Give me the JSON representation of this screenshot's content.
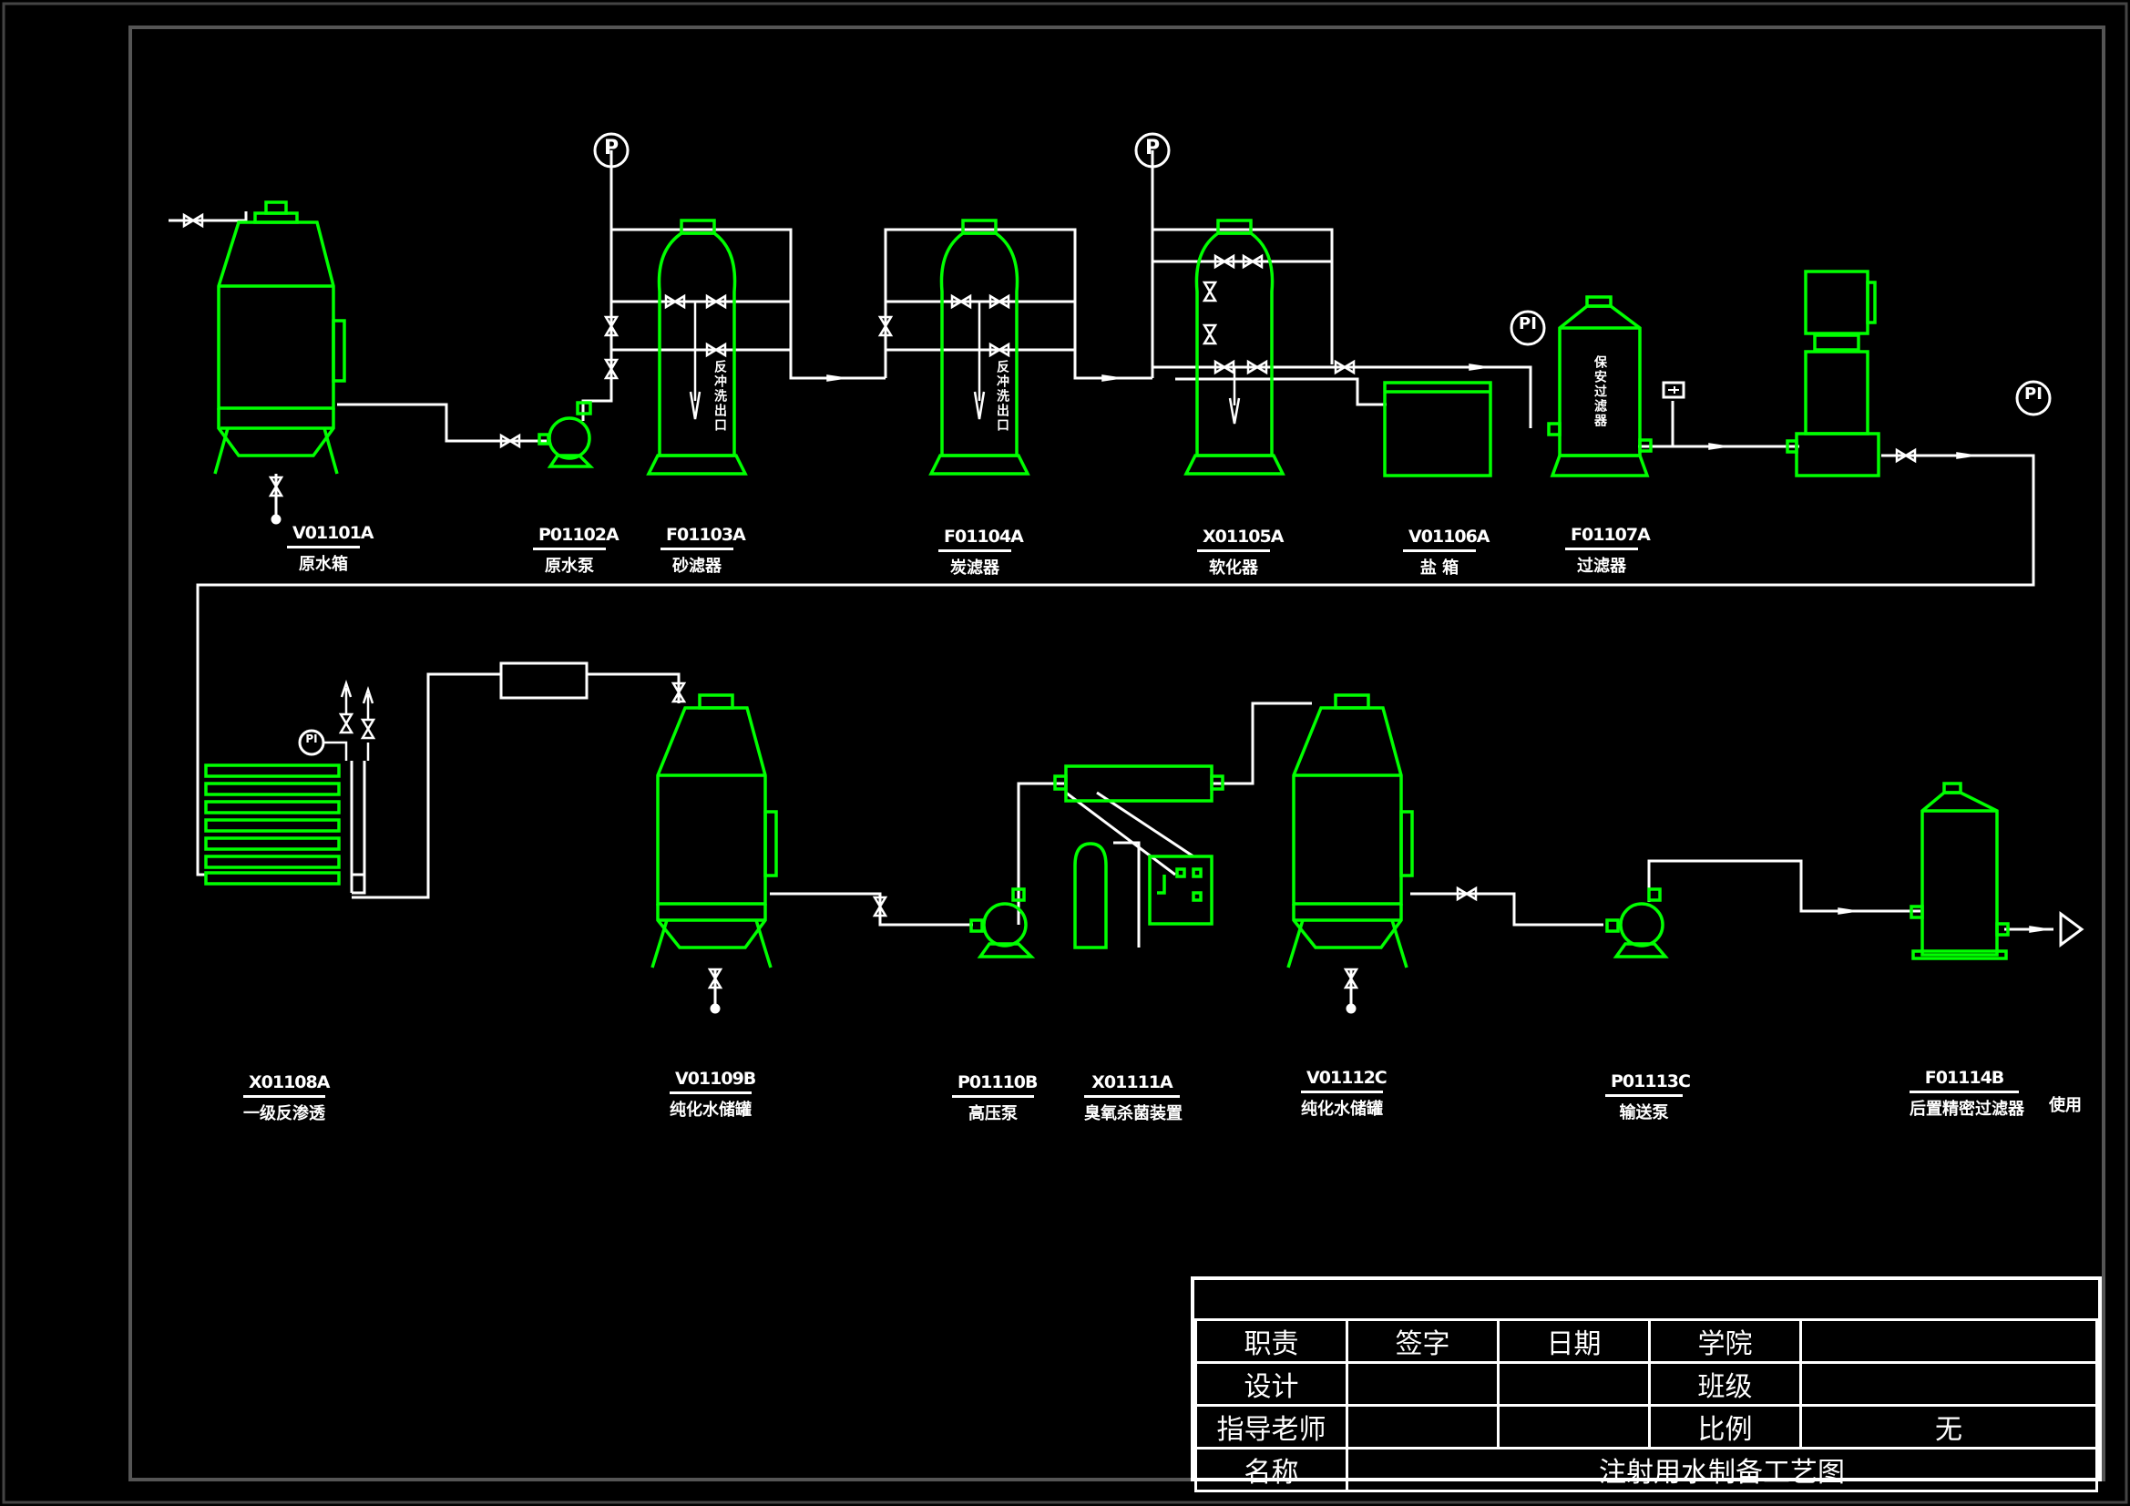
{
  "drawing_title": "注射用水制备工艺图",
  "colors": {
    "equipment": "#00ff00",
    "piping": "#ffffff",
    "background": "#000000"
  },
  "instruments": [
    {
      "id": "p1",
      "label": "P"
    },
    {
      "id": "p2",
      "label": "P"
    },
    {
      "id": "pi1",
      "label": "PI"
    },
    {
      "id": "pi2",
      "label": "PI"
    },
    {
      "id": "pi3",
      "label": "PI"
    }
  ],
  "inline_labels": {
    "f01103a": "反冲洗出口",
    "f01104a": "反冲洗出口",
    "f01107a": "保安过滤器"
  },
  "equipment": [
    {
      "code": "V01101A",
      "name": "原水箱"
    },
    {
      "code": "P01102A",
      "name": "原水泵"
    },
    {
      "code": "F01103A",
      "name": "砂滤器"
    },
    {
      "code": "F01104A",
      "name": "炭滤器"
    },
    {
      "code": "X01105A",
      "name": "软化器"
    },
    {
      "code": "V01106A",
      "name": "盐 箱"
    },
    {
      "code": "F01107A",
      "name": "过滤器"
    },
    {
      "code": "X01108A",
      "name": "一级反渗透"
    },
    {
      "code": "V01109B",
      "name": "纯化水储罐"
    },
    {
      "code": "P01110B",
      "name": "高压泵"
    },
    {
      "code": "X01111A",
      "name": "臭氧杀菌装置"
    },
    {
      "code": "V01112C",
      "name": "纯化水储罐"
    },
    {
      "code": "P01113C",
      "name": "输送泵"
    },
    {
      "code": "F01114B",
      "name": "后置精密过滤器"
    },
    {
      "code": "",
      "name": "使用"
    }
  ],
  "title_block": {
    "h_role": "职责",
    "h_sign": "签字",
    "h_date": "日期",
    "h_college": "学院",
    "r_design": "设计",
    "r_class": "班级",
    "r_teacher": "指导老师",
    "r_scale": "比例",
    "scale_value": "无",
    "r_name": "名称",
    "name_value": "注射用水制备工艺图"
  }
}
